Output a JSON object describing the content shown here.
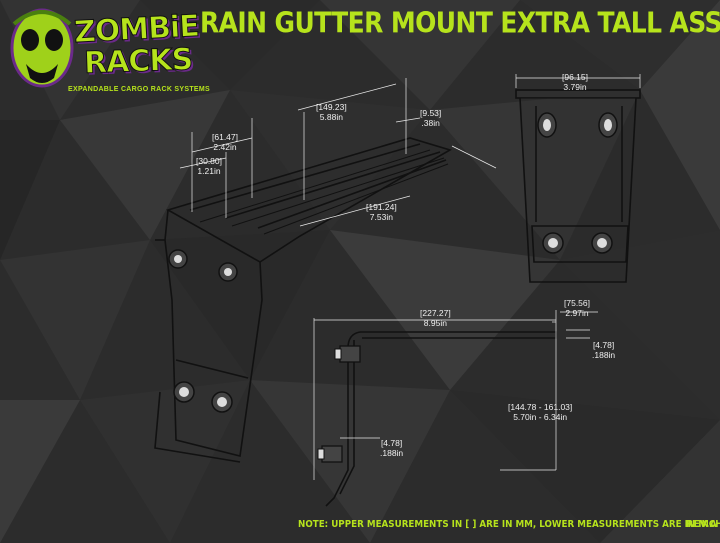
{
  "title": "RAIN GUTTER MOUNT EXTRA TALL ASSEMBLY",
  "logo": {
    "line1": "ZOMBiE",
    "line2": "RACKS",
    "tagline": "EXPANDABLE CARGO RACK SYSTEMS"
  },
  "dimensions": {
    "d1": {
      "mm": "[61.47]",
      "in": "2.42in"
    },
    "d2": {
      "mm": "[30.80]",
      "in": "1.21in"
    },
    "d3": {
      "mm": "[149.23]",
      "in": "5.88in"
    },
    "d4": {
      "mm": "[9.53]",
      "in": ".38in"
    },
    "d5": {
      "mm": "[191.24]",
      "in": "7.53in"
    },
    "d6": {
      "mm": "[96.15]",
      "in": "3.79in"
    },
    "d7": {
      "mm": "[227.27]",
      "in": "8.95in"
    },
    "d8": {
      "mm": "[75.56]",
      "in": "2.97in"
    },
    "d9": {
      "mm": "[4.78]",
      "in": ".188in"
    },
    "d10": {
      "mm": "[144.78 - 161.03]",
      "in": "5.70in - 6.34in"
    },
    "d11": {
      "mm": "[4.78]",
      "in": ".188in"
    }
  },
  "note": "NOTE: UPPER MEASUREMENTS IN [ ] ARE IN MM, LOWER MEASUREMENTS ARE IN INCHES",
  "revision": "REV.A",
  "colors": {
    "accent": "#b6e31c",
    "background": "#2b2b2b",
    "line": "#111111"
  }
}
